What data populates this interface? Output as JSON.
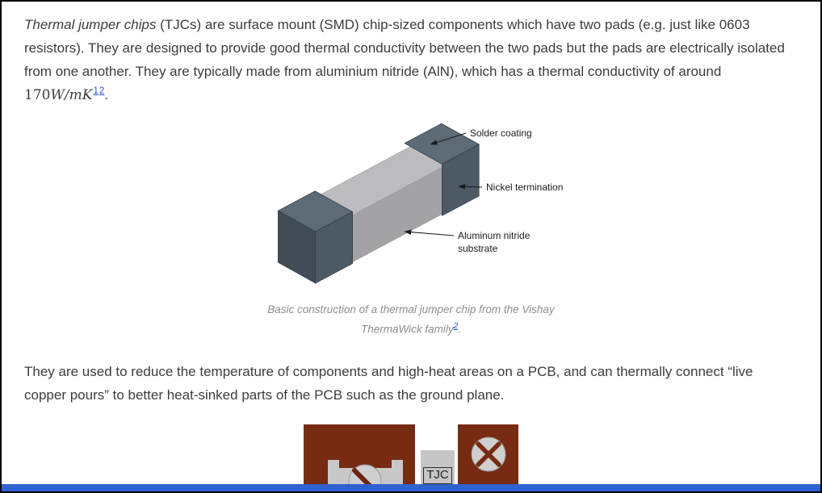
{
  "article": {
    "p1": {
      "lead_italic": "Thermal jumper chips",
      "body": " (TJCs) are surface mount (SMD) chip-sized components which have two pads (e.g. just like 0603 resistors). They are designed to provide good thermal conductivity between the two pads but the pads are electrically isolated from one another. They are typically made from aluminium nitride (AlN), which has a thermal conductivity of around ",
      "math_value": "170",
      "math_units": "W/mK",
      "footnote_links": [
        "1",
        "2"
      ],
      "terminator": "."
    },
    "chip_figure": {
      "callouts": [
        {
          "label": "Solder coating"
        },
        {
          "label": "Nickel termination"
        },
        {
          "label": "Aluminum nitride",
          "label2": "substrate"
        }
      ],
      "caption_text": "Basic construction of a thermal jumper chip from the Vishay ThermaWick family",
      "caption_footnote": "2",
      "caption_terminator": "."
    },
    "p2": "They are used to reduce the temperature of components and high-heat areas on a PCB, and can thermally connect “live copper pours” to better heat-sinked parts of the PCB such as the ground plane.",
    "pcb_figure": {
      "component_label": "TJC"
    }
  },
  "colors": {
    "link_blue": "#2453d6",
    "body_text": "#3c3c3c",
    "caption_gray": "#8f8f8f",
    "copper_pour": "#772b13",
    "pad_gray": "#c8c8c8",
    "chip_substrate_gray": "#a3a3a7",
    "chip_termination_slate": "#4d5965",
    "bottom_bar_blue": "#2e62d0"
  }
}
